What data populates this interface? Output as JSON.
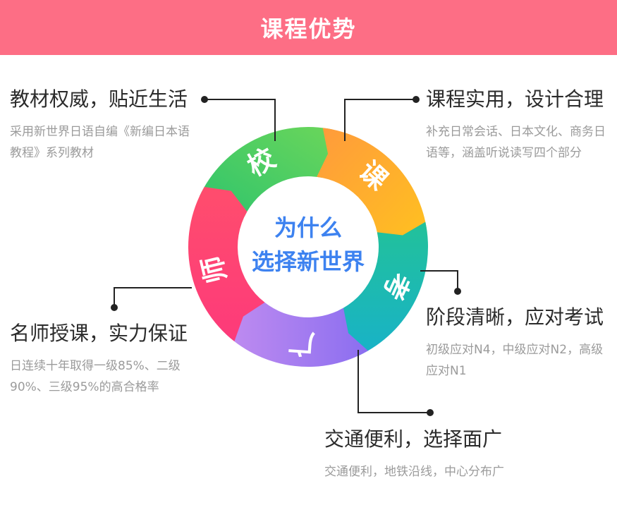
{
  "header": {
    "title": "课程优势"
  },
  "ring": {
    "center_line1": "为什么",
    "center_line2": "选择新世界",
    "segments": [
      {
        "char": "校",
        "color_start": "#2ec46d",
        "color_end": "#6bd65a"
      },
      {
        "char": "课",
        "color_start": "#ff9a3c",
        "color_end": "#ffc21f"
      },
      {
        "char": "考",
        "color_start": "#22c19a",
        "color_end": "#18b2c8"
      },
      {
        "char": "广",
        "color_start": "#8b6ef0",
        "color_end": "#c08cf0"
      },
      {
        "char": "师",
        "color_start": "#ff4d6d",
        "color_end": "#fd3a7a"
      }
    ]
  },
  "features": {
    "school": {
      "title": "教材权威，贴近生活",
      "desc": "采用新世界日语自编《新编日本语教程》系列教材"
    },
    "course": {
      "title": "课程实用，设计合理",
      "desc": "补充日常会话、日本文化、商务日语等，涵盖听说读写四个部分"
    },
    "exam": {
      "title": "阶段清晰，应对考试",
      "desc": "初级应对N4，中级应对N2，高级应对N1"
    },
    "location": {
      "title": "交通便利，选择面广",
      "desc": "交通便利，地铁沿线，中心分布广"
    },
    "teacher": {
      "title": "名师授课，实力保证",
      "desc": "日连续十年取得一级85%、二级90%、三级95%的高合格率"
    }
  },
  "colors": {
    "header": "#fd6e85",
    "center_text": "#3d82f0",
    "connector": "#222222"
  }
}
